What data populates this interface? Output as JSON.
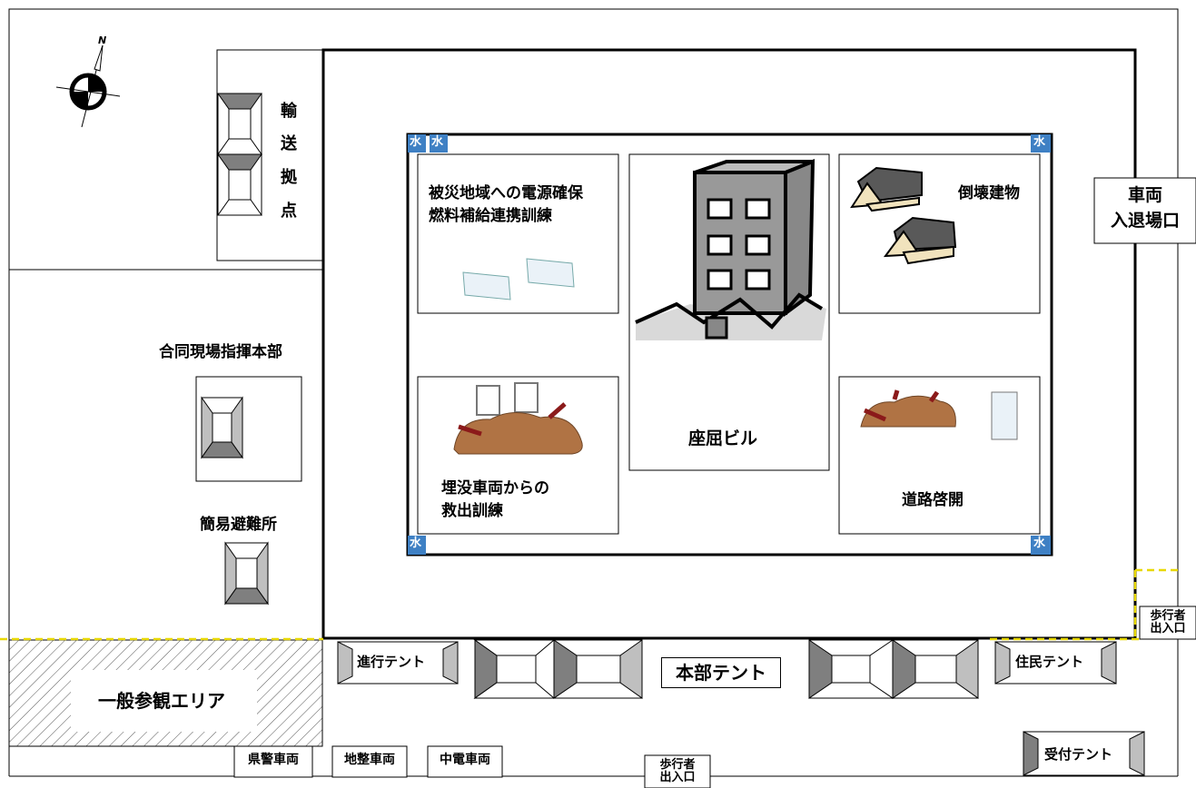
{
  "compass": {
    "north": "N"
  },
  "transport": {
    "chars": [
      "輸",
      "送",
      "拠",
      "点"
    ]
  },
  "hq_joint": {
    "label": "合同現場指揮本部"
  },
  "shelter": {
    "label": "簡易避難所"
  },
  "public_area": {
    "label": "一般参観エリア"
  },
  "vehicle_gate": {
    "line1": "車両",
    "line2": "入退場口"
  },
  "ped_gate_right": {
    "line1": "歩行者",
    "line2": "出入口"
  },
  "ped_gate_bottom": {
    "line1": "歩行者",
    "line2": "出入口"
  },
  "water": {
    "label": "水"
  },
  "drills": {
    "power": {
      "line1": "被災地域への電源確保",
      "line2": "燃料補給連携訓練"
    },
    "building": {
      "label": "座屈ビル"
    },
    "collapsed": {
      "label": "倒壊建物"
    },
    "buried": {
      "line1": "埋没車両からの",
      "line2": "救出訓練"
    },
    "road": {
      "label": "道路啓開"
    }
  },
  "tents": {
    "progress": "進行テント",
    "hq": "本部テント",
    "residents": "住民テント",
    "reception": "受付テント"
  },
  "vehicles": {
    "police": "県警車両",
    "bureau": "地整車両",
    "chuden": "中電車両"
  }
}
